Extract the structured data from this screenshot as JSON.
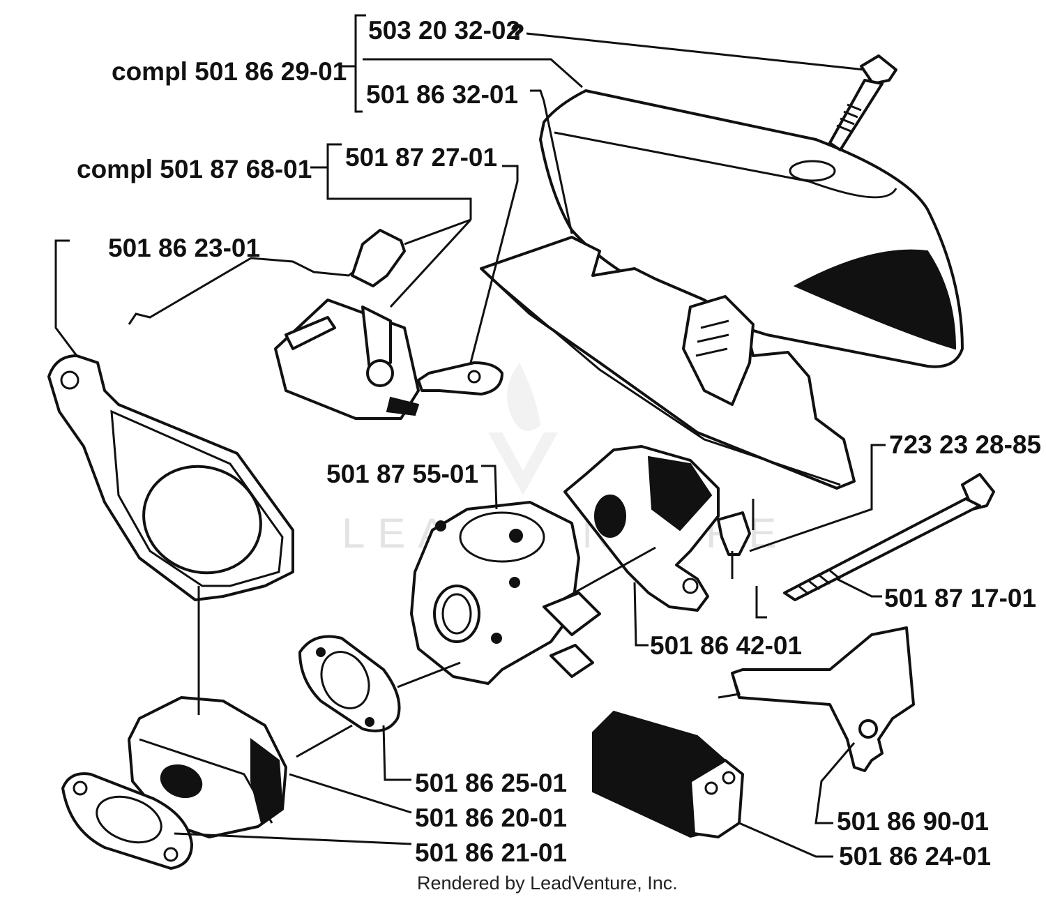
{
  "parts": {
    "screw_cover": "503 20 32-02",
    "cover_assembly": "compl  501 86 29-01",
    "air_filter_cover": "501 86 32-01",
    "throttle_assembly": "compl 501 87 68-01",
    "throttle_link": "501 87 27-01",
    "wire_rod": "501 86 23-01",
    "carburetor": "501 87 55-01",
    "bolt": "723 23 28-85",
    "long_bolt": "501 87 17-01",
    "intake_block": "501 86 42-01",
    "gasket_small": "501 86 25-01",
    "intake_adapter": "501 86 20-01",
    "gasket_large": "501 86 21-01",
    "choke_lever": "501 86 90-01",
    "filter_element": "501 86 24-01"
  },
  "watermark": "LEADVENTURE",
  "credit": "Rendered by LeadVenture, Inc."
}
